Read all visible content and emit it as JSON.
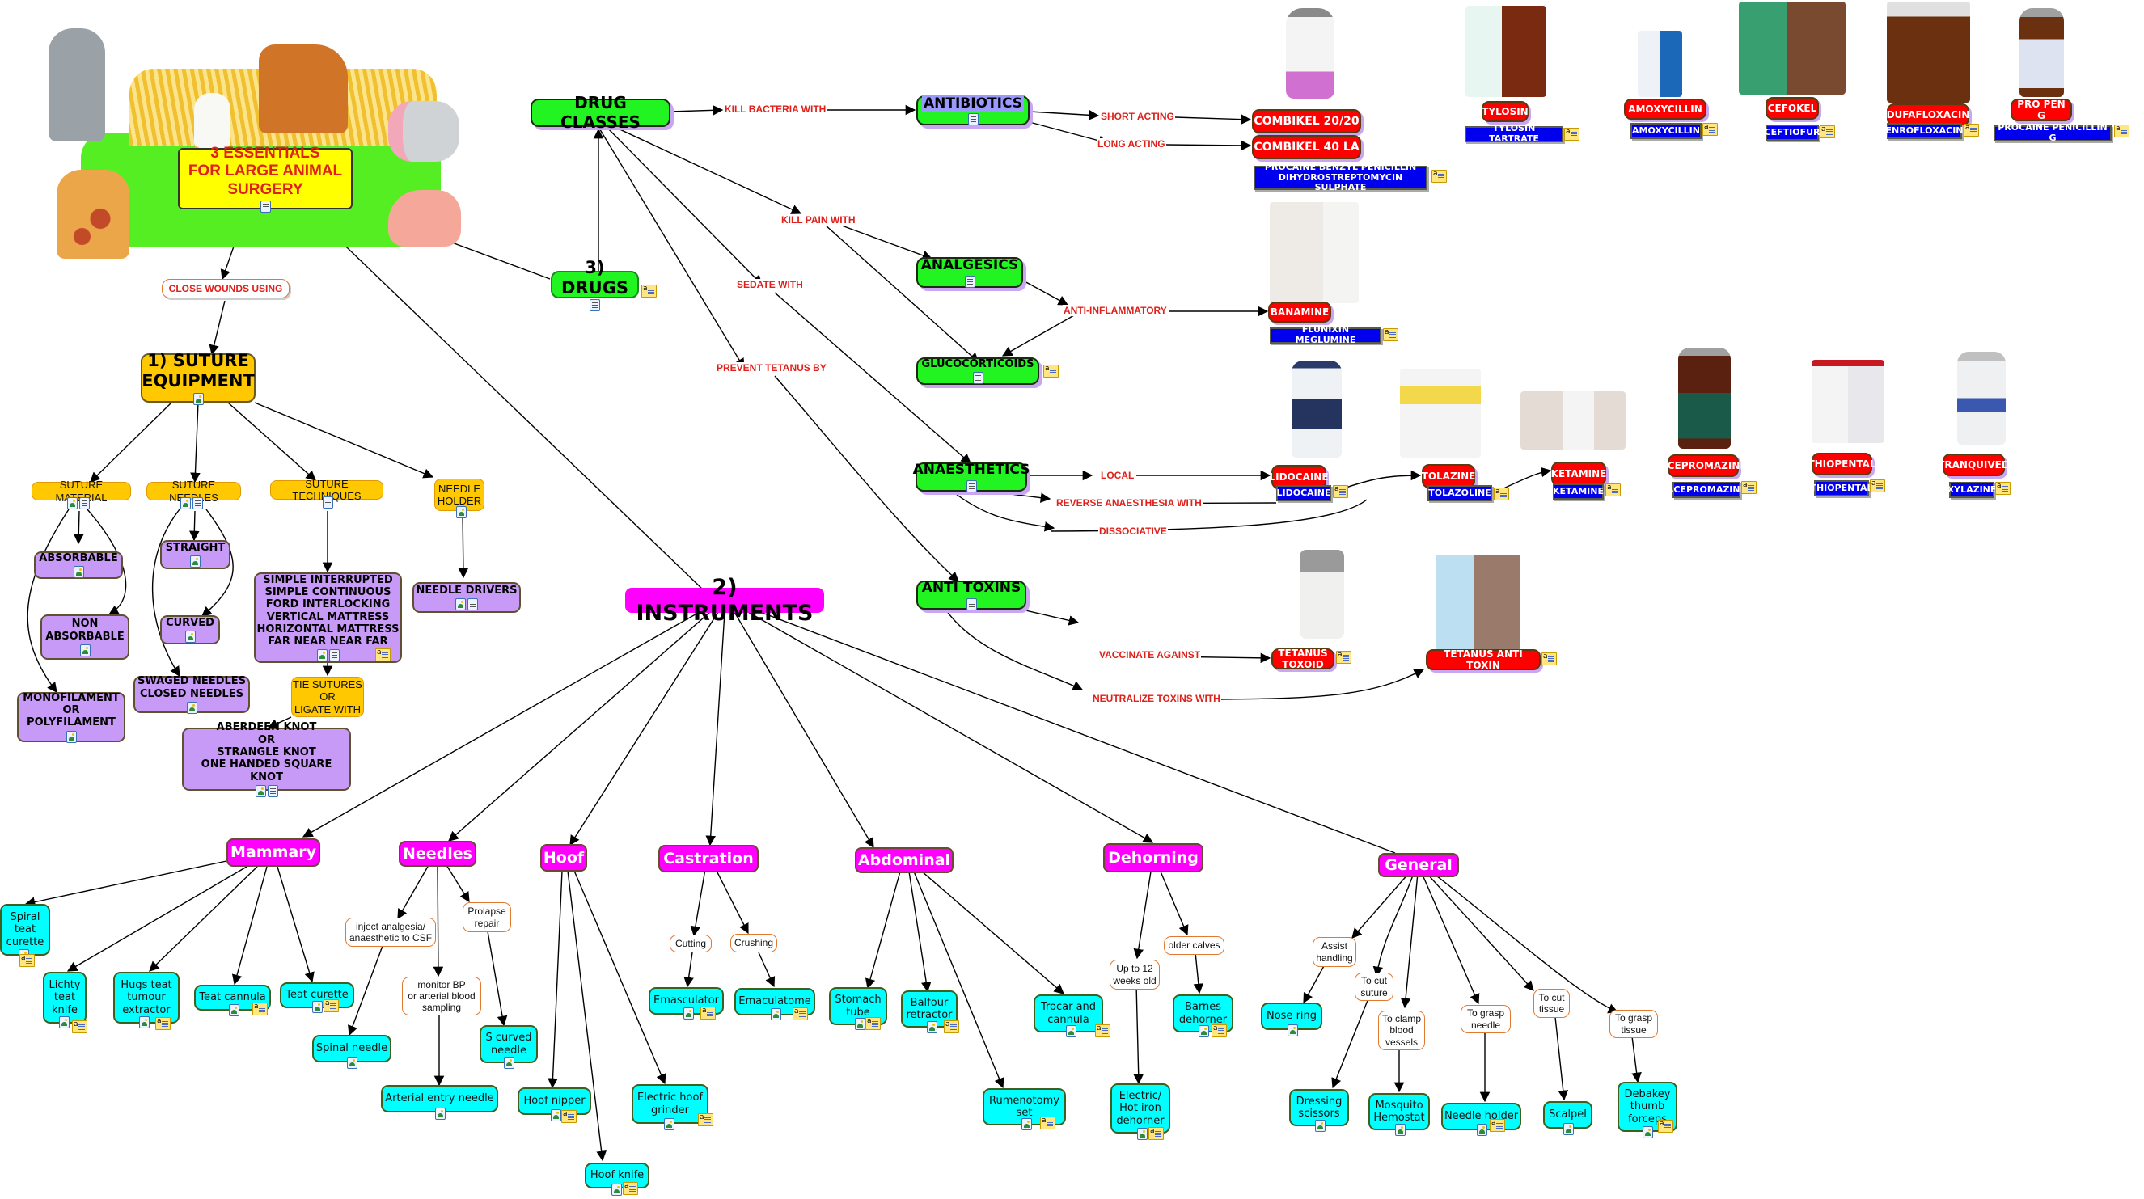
{
  "root": {
    "title": "3 ESSENTIALS\nFOR LARGE ANIMAL\nSURGERY",
    "illustration": "farm-animals-clay-banner"
  },
  "link_close_wounds": "CLOSE WOUNDS USING",
  "suture": {
    "title": "1) SUTURE\nEQUIPMENT",
    "categories": [
      {
        "label": "SUTURE MATERIAL"
      },
      {
        "label": "SUTURE NEEDLES"
      },
      {
        "label": "SUTURE TECHNIQUES"
      },
      {
        "label": "NEEDLE\nHOLDER"
      }
    ],
    "items": {
      "absorbable": "ABSORBABLE",
      "non_absorbable": "NON\nABSORBABLE",
      "monofilament": "MONOFILAMENT\nOR\nPOLYFILAMENT",
      "straight": "STRAIGHT",
      "curved": "CURVED",
      "swaged": "SWAGED NEEDLES\nCLOSED NEEDLES",
      "techniques": "SIMPLE INTERRUPTED\nSIMPLE CONTINUOUS\nFORD INTERLOCKING\nVERTICAL MATTRESS\nHORIZONTAL MATTRESS\nFAR NEAR NEAR FAR",
      "tie_sutures": "TIE SUTURES\nOR\nLIGATE WITH",
      "knots": "ABERDEEN KNOT\nOR\nSTRANGLE KNOT\nONE HANDED SQUARE KNOT",
      "needle_drivers": "NEEDLE DRIVERS"
    }
  },
  "instruments": {
    "title": "2) INSTRUMENTS",
    "groups": {
      "mammary": "Mammary",
      "needles": "Needles",
      "hoof": "Hoof",
      "castration": "Castration",
      "abdominal": "Abdominal",
      "dehorning": "Dehorning",
      "general": "General"
    },
    "mammary_items": [
      "Spiral\nteat\ncurette",
      "Lichty\nteat\nknife",
      "Hugs teat\ntumour\nextractor",
      "Teat cannula",
      "Teat curette"
    ],
    "needles_links": [
      "inject analgesia/\nanaesthetic to CSF",
      "monitor BP\nor arterial blood\nsampling",
      "Prolapse\nrepair"
    ],
    "needles_items": [
      "Spinal needle",
      "Arterial entry needle",
      "S curved\nneedle"
    ],
    "hoof_items": [
      "Hoof nipper",
      "Hoof knife",
      "Electric hoof\ngrinder"
    ],
    "castration_links": [
      "Cutting",
      "Crushing"
    ],
    "castration_items": [
      "Emasculator",
      "Emaculatome"
    ],
    "abdominal_items": [
      "Stomach\ntube",
      "Balfour\nretractor",
      "Rumenotomy\nset",
      "Trocar and\ncannula"
    ],
    "dehorning_links": [
      "Up to 12\nweeks old",
      "older calves"
    ],
    "dehorning_items": [
      "Electric/\nHot iron\ndehorner",
      "Barnes\ndehorner"
    ],
    "general_links": [
      "Assist\nhandling",
      "To cut\nsuture",
      "To clamp\nblood\nvessels",
      "To grasp\nneedle",
      "To cut\ntissue",
      "To grasp\ntissue"
    ],
    "general_items": [
      "Nose ring",
      "Dressing\nscissors",
      "Mosquito\nHemostat",
      "Needle holder",
      "Scalpel",
      "Debakey\nthumb\nforceps"
    ]
  },
  "drugs": {
    "title": "3) DRUGS",
    "drug_classes": "DRUG CLASSES",
    "links": {
      "kill_bacteria": "KILL BACTERIA WITH",
      "kill_pain": "KILL PAIN WITH",
      "sedate": "SEDATE WITH",
      "prevent_tetanus": "PREVENT TETANUS BY",
      "short_acting": "SHORT ACTING",
      "long_acting": "LONG ACTING",
      "anti_inflammatory": "ANTI-INFLAMMATORY",
      "local": "LOCAL",
      "reverse": "REVERSE ANAESTHESIA WITH",
      "dissociative": "DISSOCIATIVE",
      "vaccinate": "VACCINATE AGAINST",
      "neutralize": "NEUTRALIZE TOXINS WITH"
    },
    "classes": {
      "antibiotics": "ANTIBIOTICS",
      "analgesics": "ANALGESICS",
      "glucocorticoids": "GLUCOCORTICOIDS",
      "anaesthetics": "ANAESTHETICS",
      "anti_toxins": "ANTI TOXINS"
    },
    "products": {
      "combikel_2020": "COMBIKEL 20/20",
      "combikel_40la": "COMBIKEL 40 LA",
      "combikel_generic": "PROCAINE BENZYL PENICILLIN\nDIHYDROSTREPTOMYCIN SULPHATE",
      "banamine": "BANAMINE",
      "banamine_generic": "FLUNIXIN MEGLUMINE",
      "lidocaine": "LIDOCAINE",
      "lidocaine_generic": "LIDOCAINE",
      "tolazine": "TOLAZINE",
      "tolazine_generic": "TOLAZOLINE",
      "ketamine": "KETAMINE",
      "ketamine_generic": "KETAMINE",
      "tetanus_toxoid": "TETANUS TOXOID",
      "tetanus_antitoxin": "TETANUS ANTI TOXIN"
    },
    "antibiotic_brands": [
      {
        "brand": "TYLOSIN",
        "generic": "TYLOSIN TARTRATE"
      },
      {
        "brand": "AMOXYCILLIN",
        "generic": "AMOXYCILLIN"
      },
      {
        "brand": "CEFOKEL",
        "generic": "CEFTIOFUR"
      },
      {
        "brand": "DUFAFLOXACIN",
        "generic": "ENROFLOXACIN"
      },
      {
        "brand": "PRO PEN G",
        "generic": "PROCAINE PENICILLIN G"
      }
    ],
    "sedative_brands": [
      {
        "brand": "ACEPROMAZINE",
        "generic": "ACEPROMAZINE"
      },
      {
        "brand": "THIOPENTAL",
        "generic": "THIOPENTAL"
      },
      {
        "brand": "TRANQUIVED",
        "generic": "XYLAZINE"
      }
    ]
  },
  "icons": {
    "image": "image-attachment-icon",
    "document": "document-attachment-icon",
    "note": "annotation-note-icon"
  },
  "colors": {
    "drug_class": "#22f422",
    "suture": "#ffc800",
    "suture_item": "#c89af8",
    "instrument": "#ff00ff",
    "instrument_item": "#00ffff",
    "brand": "#ff0000",
    "generic": "#0000ee",
    "link_text": "#e0201a",
    "root": "#ffff00"
  }
}
